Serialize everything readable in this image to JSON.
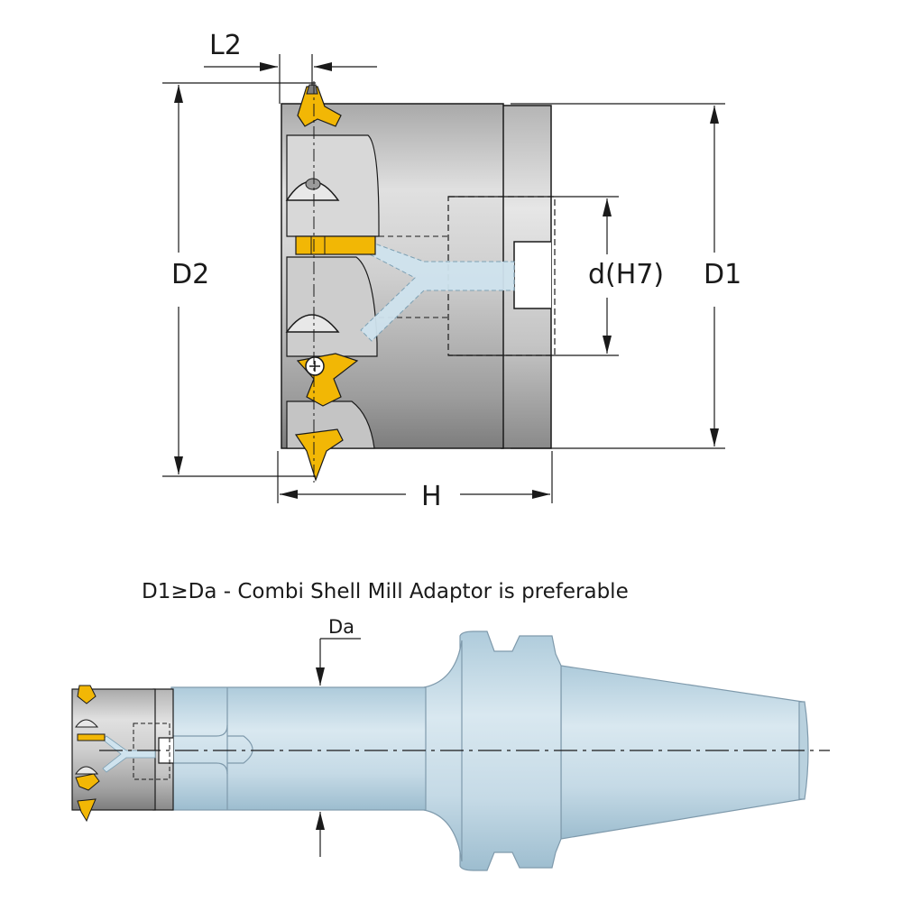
{
  "top_view": {
    "labels": {
      "l2": "L2",
      "d2": "D2",
      "d1": "D1",
      "bore": "d(H7)",
      "h": "H"
    }
  },
  "bottom_view": {
    "caption": "D1≥Da - Combi Shell Mill Adaptor is preferable",
    "da_label": "Da"
  },
  "colors": {
    "insert": "#f2b705",
    "body_metal": "#b8b8b8",
    "adaptor": "#c7dbe6",
    "coolant": "#cfe3ee",
    "line": "#1a1a1a"
  }
}
